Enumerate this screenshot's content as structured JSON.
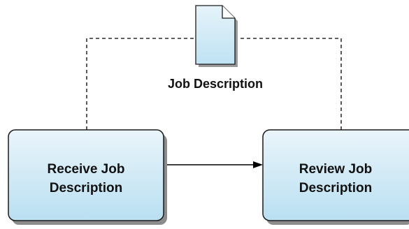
{
  "diagram": {
    "document": {
      "label": "Job Description"
    },
    "nodes": [
      {
        "line1": "Receive Job",
        "line2": "Description"
      },
      {
        "line1": "Review Job",
        "line2": "Description"
      }
    ],
    "colors": {
      "box_fill_top": "#eaf5fb",
      "box_fill_bottom": "#b9dff1",
      "box_stroke": "#1a1a1a",
      "shadow": "#8c8c8c",
      "doc_fill_top": "#e6f3fa",
      "doc_fill_bottom": "#bfe2f3",
      "connector": "#000000"
    }
  }
}
